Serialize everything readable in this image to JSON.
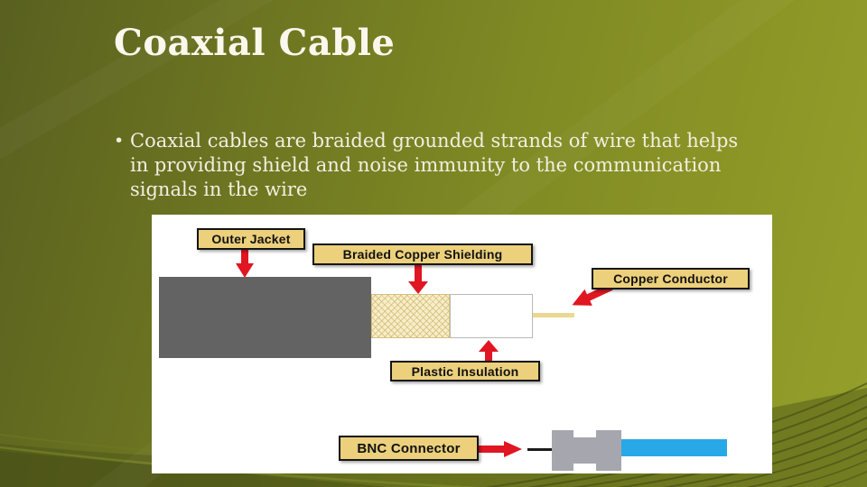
{
  "slide": {
    "title": "Coaxial Cable",
    "bullet_marker": "•",
    "bullet_text": "Coaxial cables are braided grounded strands of wire that helps in providing shield and noise immunity to the communication signals in the wire"
  },
  "diagram": {
    "labels": {
      "outer_jacket": "Outer Jacket",
      "braided_copper_shielding": "Braided Copper Shielding",
      "copper_conductor": "Copper Conductor",
      "plastic_insulation": "Plastic Insulation",
      "bnc_connector": "BNC Connector"
    },
    "colors": {
      "label_bg": "#ecd07c",
      "arrow_red": "#e01622",
      "outer_jacket_gray": "#636363",
      "braided_tan": "#f6eec9",
      "conductor_tan": "#ead892",
      "connector_gray": "#a6a6ae",
      "cable_blue": "#29a8e8",
      "slide_olive": "#7a8422"
    }
  }
}
